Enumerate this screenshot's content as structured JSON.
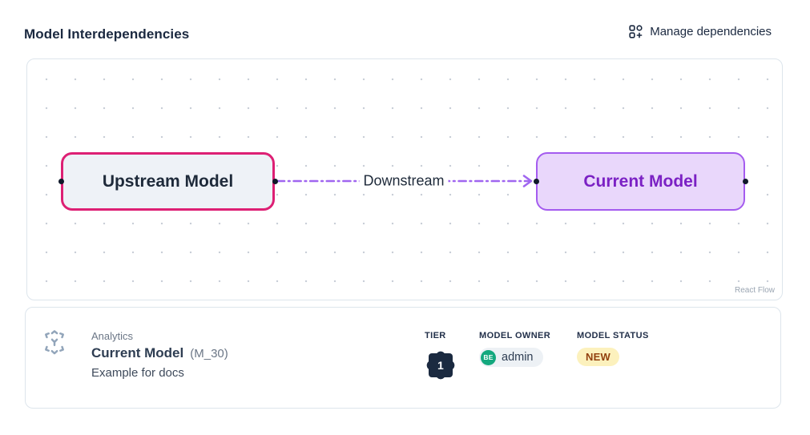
{
  "header": {
    "title": "Model Interdependencies",
    "manage_label": "Manage dependencies",
    "manage_icon": "grid-plus-icon"
  },
  "flow": {
    "nodes": [
      {
        "id": "upstream",
        "label": "Upstream Model",
        "border_color": "#dd2074",
        "fill": "#eef2f7",
        "text_color": "#1e2a3a"
      },
      {
        "id": "current",
        "label": "Current Model",
        "border_color": "#a45bef",
        "fill": "#e9d7fb",
        "text_color": "#7b21c4"
      }
    ],
    "edge": {
      "label": "Downstream",
      "color": "#a066f0",
      "style": "dash-dot",
      "direction": "left-to-right"
    },
    "attribution": "React Flow",
    "grid": "dotted"
  },
  "details": {
    "icon": "model-icon",
    "domain": "Analytics",
    "model_name": "Current Model",
    "model_code": "(M_30)",
    "description": "Example for docs",
    "tier": {
      "label": "TIER",
      "value": "1",
      "badge_color": "#1b2a40"
    },
    "owner": {
      "label": "MODEL OWNER",
      "initials": "BE",
      "name": "admin",
      "avatar_color": "#14a87e"
    },
    "status": {
      "label": "MODEL STATUS",
      "value": "NEW",
      "badge_bg": "#fcf1bd",
      "badge_text": "#92400e"
    }
  }
}
